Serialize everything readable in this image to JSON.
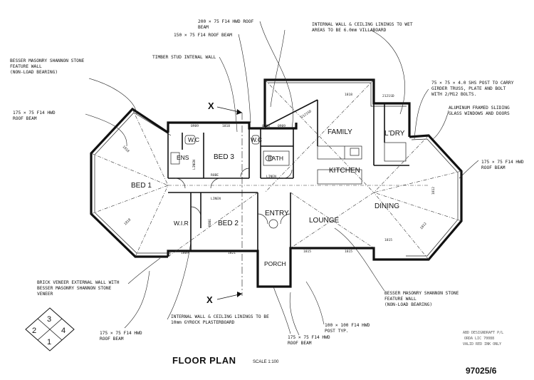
{
  "title": "FLOOR PLAN",
  "scale_label": "SCALE 1:100",
  "drawing_number": "97025/6",
  "section_marker": "X",
  "stamp_lines": [
    "ABD DESIGNDRAFT P/L",
    "ORDA LIC 70088",
    "VALID RED INK ONLY"
  ],
  "compass": {
    "n1": "3",
    "n2": "2",
    "n3": "4",
    "n4": "1"
  },
  "rooms": {
    "bed1": "BED 1",
    "ens": "ENS",
    "bed3": "BED 3",
    "wc1": "W.C",
    "wc2": "W.C",
    "bath": "BATH",
    "family": "FAMILY",
    "ldry": "L'DRY",
    "kitchen": "KITCHEN",
    "dining": "DINING",
    "wir": "W.I.R",
    "bed2": "BED 2",
    "entry": "ENTRY",
    "lounge": "LOUNGE",
    "porch": "PORCH",
    "linen1": "LINEN",
    "linen2": "LINEN",
    "linen3": "LINEN",
    "robe1": "ROBE",
    "robe2": "ROBE"
  },
  "notes": {
    "n1a": "200 × 75 F14 HWD ROOF",
    "n1b": "BEAM",
    "n2": "150 × 75 F14 ROOF BEAM",
    "n3": "TIMBER STUD INTENAL WALL",
    "n4a": "INTERNAL WALL & CEILING LININGS TO WET",
    "n4b": "AREAS TO BE 6.0mm VILLABOARD",
    "n5a": "BESSER MASONRY SHANNON STONE",
    "n5b": "FEATURE WALL",
    "n5c": "(NON-LOAD BEARING)",
    "n6a": "175 × 75 F14 HWD",
    "n6b": "ROOF BEAM",
    "n7a": "75 × 75 × 4.0 SHS POST TO CARRY",
    "n7b": "GIRDER TRUSS, PLATE AND BOLT",
    "n7c": "WITH 2/M12 BOLTS.",
    "n8a": "ALUMINUM FRAMED SLIDING",
    "n8b": "GLASS WINDOWS AND DOORS",
    "n9a": "175 × 75 F14 HWD",
    "n9b": "ROOF BEAM",
    "n10a": "BRICK VENEER EXTERNAL WALL WITH",
    "n10b": "BESSER MASONRY SHANNON STONE",
    "n10c": "VENEER",
    "n11a": "BESSER MASONRY SHANNON STONE",
    "n11b": "FEATURE WALL",
    "n11c": "(NON-LOAD BEARING)",
    "n12a": "INTERNAL WALL & CEILING LININGS TO BE",
    "n12b": "10mm GYROCK PLASTERBOARD",
    "n13a": "175 × 75 F14 HWD",
    "n13b": "ROOF BEAM",
    "n14a": "175 × 75 F14 HWD",
    "n14b": "ROOF BEAM",
    "n15a": "100 × 100 F14 HWD",
    "n15b": "POST TYP."
  },
  "dims": {
    "d1": "0909",
    "d2": "1818",
    "d3": "0906",
    "d4": "0909",
    "d5": "1818",
    "d6": "2121SD",
    "d7": "2121SD",
    "d8": "1809",
    "d9": "1821",
    "d10": "1815",
    "d11": "1815",
    "d12": "1815",
    "d13": "1812",
    "d14": "1812",
    "d15": "1818",
    "d16": "1818"
  }
}
